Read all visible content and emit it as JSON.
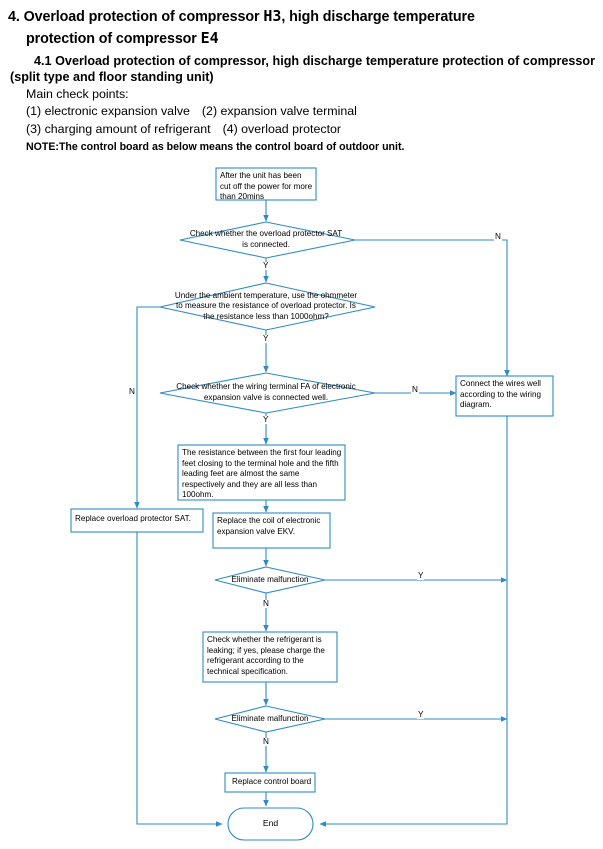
{
  "document": {
    "heading": {
      "number": "4.",
      "line1_pre": "Overload protection of compressor",
      "code1": "H3",
      "line1_post": ", high discharge temperature",
      "line2_pre": "protection of compressor",
      "code2": "E4"
    },
    "section": {
      "number": "4.1",
      "text": "Overload protection of compressor, high discharge temperature protection of compressor (split type and floor standing unit)"
    },
    "check_points_title": "Main check points:",
    "check_points": [
      "(1) electronic expansion valve",
      "(2) expansion valve terminal",
      "(3) charging amount of refrigerant",
      "(4) overload protector"
    ],
    "note": "NOTE:The control board as below means the control board of outdoor unit."
  },
  "flowchart": {
    "line_color": "#2E8BC8",
    "nodes": {
      "start": "After the unit has been cut off the power for more than 20mins",
      "d1": "Check whether the overload protector SAT is connected.",
      "d2": "Under the ambient temperature, use the ohmmeter to measure the resistance of overload protector. Is the resistance less than 1000ohm?",
      "d3": "Check whether the wiring terminal FA of electronic expansion valve is connected well.",
      "connect_wires": "Connect the wires well according to the wiring diagram.",
      "resistance_note": "The resistance between the first four leading feet closing to the terminal hole and the fifth leading feet are almost the same respectively and they are all less than 100ohm.",
      "replace_sat": "Replace overload protector SAT.",
      "replace_ekv": "Replace the coil of electronic expansion valve EKV.",
      "d4": "Eliminate malfunction",
      "refrigerant": "Check whether the refrigerant is leaking; if yes, please charge the refrigerant according to the technical specification.",
      "d5": "Eliminate malfunction",
      "replace_board": "Replace control board",
      "end": "End"
    },
    "edge_labels": {
      "d1_yes": "Y",
      "d1_no": "N",
      "d2_yes": "Y",
      "d2_no": "N",
      "d3_yes": "Y",
      "d3_no": "N",
      "d4_yes": "Y",
      "d4_no": "N",
      "d5_yes": "Y",
      "d5_no": "N"
    }
  }
}
